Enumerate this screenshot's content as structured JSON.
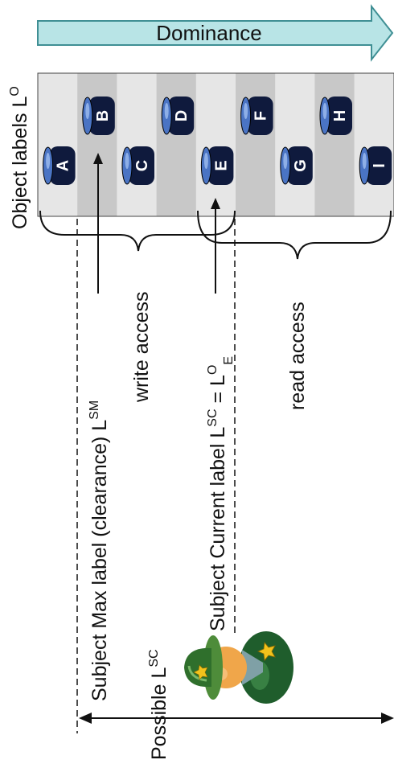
{
  "dominance_label": "Dominance",
  "object_labels_title": "Object labels L",
  "object_labels_sup": "O",
  "objects": [
    "A",
    "B",
    "C",
    "D",
    "E",
    "F",
    "G",
    "H",
    "I"
  ],
  "subject_max_label": "Subject Max label (clearance) L",
  "subject_max_sup": "SM",
  "write_access_label": "write access",
  "subject_current_label": "Subject Current label L",
  "subject_current_sup": "SC",
  "subject_current_eq": " = L",
  "subject_current_eq_sup": "O",
  "subject_current_eq_sub": "E",
  "read_access_label": "read access",
  "possible_label": "Possible L",
  "possible_sup": "SC",
  "colors": {
    "arrow_fill": "#b8e4e6",
    "arrow_stroke": "#3f8f94",
    "stripe_light": "#e6e6e6",
    "stripe_dark": "#c8c8c8",
    "cylinder_body": "#0f1a3d",
    "cylinder_top": "#4a74c4"
  }
}
